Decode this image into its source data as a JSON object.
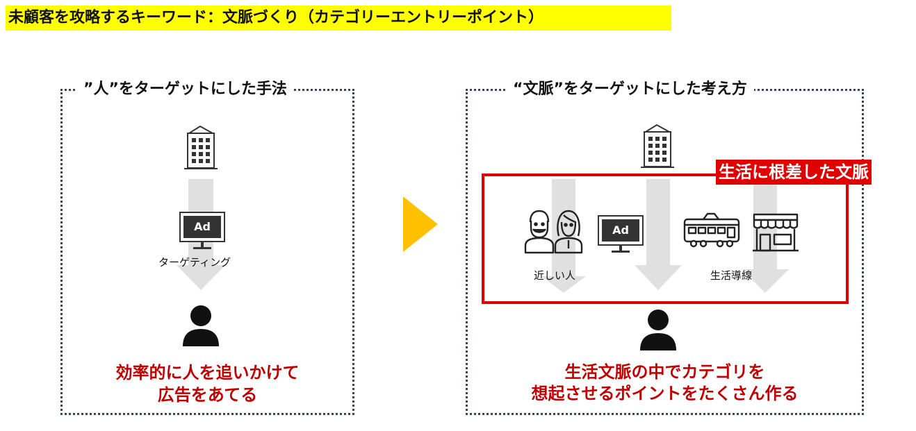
{
  "page": {
    "title": "未顧客を攻略するキーワード：文脈づくり（カテゴリーエントリーポイント）"
  },
  "left_panel": {
    "title": "”人”をターゲットにした手法",
    "ad_label": "Ad",
    "caption_targeting": "ターゲティング",
    "conclusion_line1": "効率的に人を追いかけて",
    "conclusion_line2": "広告をあてる"
  },
  "right_panel": {
    "title": "“文脈”をターゲットにした考え方",
    "context_tag": "生活に根差した文脈",
    "ad_label": "Ad",
    "caption_close_people": "近しい人",
    "caption_life_route": "生活導線",
    "conclusion_line1": "生活文脈の中でカテゴリを",
    "conclusion_line2": "想起させるポイントをたくさん作る"
  },
  "colors": {
    "highlight": "#ffff00",
    "accent_red": "#c00000",
    "box_red": "#e00000",
    "next_arrow": "#ffc000",
    "arrow_gray": "#e0e0e0"
  }
}
